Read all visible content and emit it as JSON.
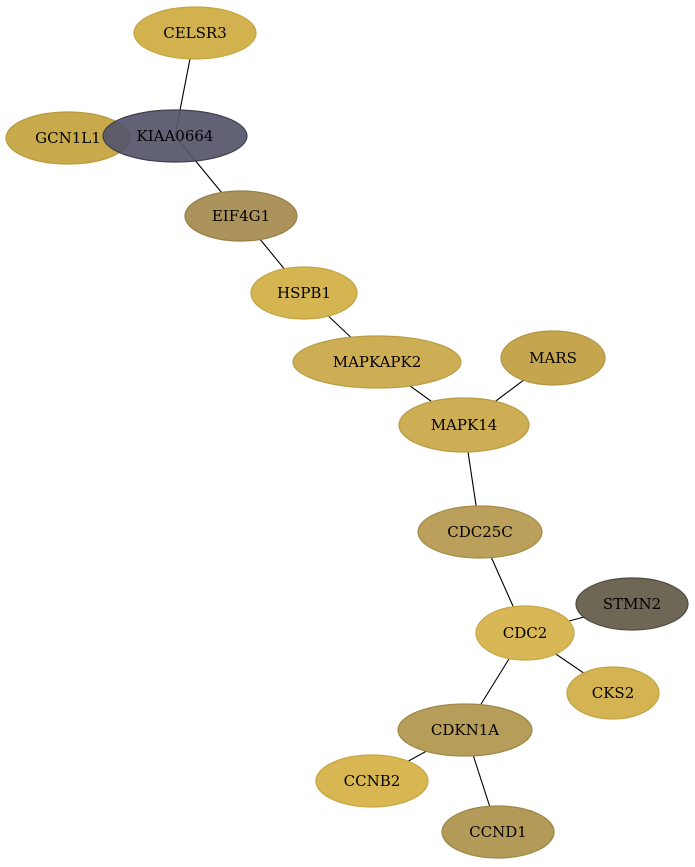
{
  "nodes": [
    {
      "id": "CELSR3",
      "label": "CELSR3",
      "color": "#d1b24f",
      "stroke": "#c7a43e"
    },
    {
      "id": "GCN1L1",
      "label": "GCN1L1",
      "color": "#c8aa4c",
      "stroke": "#b89a3e"
    },
    {
      "id": "KIAA0664",
      "label": "KIAA0664",
      "color": "#55556a",
      "stroke": "#3f3f4e",
      "opacity": 0.92
    },
    {
      "id": "EIF4G1",
      "label": "EIF4G1",
      "color": "#ab935b",
      "stroke": "#977e45"
    },
    {
      "id": "HSPB1",
      "label": "HSPB1",
      "color": "#d4b552",
      "stroke": "#c2a340"
    },
    {
      "id": "MAPKAPK2",
      "label": "MAPKAPK2",
      "color": "#cdae55",
      "stroke": "#b99c43"
    },
    {
      "id": "MARS",
      "label": "MARS",
      "color": "#c5a64f",
      "stroke": "#b2933f"
    },
    {
      "id": "MAPK14",
      "label": "MAPK14",
      "color": "#cdae54",
      "stroke": "#b99b42"
    },
    {
      "id": "CDC25C",
      "label": "CDC25C",
      "color": "#bba05c",
      "stroke": "#a58a47"
    },
    {
      "id": "STMN2",
      "label": "STMN2",
      "color": "#6e6755",
      "stroke": "#514b3d"
    },
    {
      "id": "CDC2",
      "label": "CDC2",
      "color": "#d8b856",
      "stroke": "#c6a544"
    },
    {
      "id": "CKS2",
      "label": "CKS2",
      "color": "#d4b452",
      "stroke": "#c1a141"
    },
    {
      "id": "CDKN1A",
      "label": "CDKN1A",
      "color": "#b69d5a",
      "stroke": "#9f8645"
    },
    {
      "id": "CCNB2",
      "label": "CCNB2",
      "color": "#d8b752",
      "stroke": "#c6a442"
    },
    {
      "id": "CCND1",
      "label": "CCND1",
      "color": "#b39a59",
      "stroke": "#9c8444"
    }
  ],
  "edges": [
    [
      "CELSR3",
      "KIAA0664"
    ],
    [
      "KIAA0664",
      "EIF4G1"
    ],
    [
      "EIF4G1",
      "HSPB1"
    ],
    [
      "HSPB1",
      "MAPKAPK2"
    ],
    [
      "MAPKAPK2",
      "MAPK14"
    ],
    [
      "MARS",
      "MAPK14"
    ],
    [
      "MAPK14",
      "CDC25C"
    ],
    [
      "CDC25C",
      "CDC2"
    ],
    [
      "CDC2",
      "STMN2"
    ],
    [
      "CDC2",
      "CKS2"
    ],
    [
      "CDC2",
      "CDKN1A"
    ],
    [
      "CDKN1A",
      "CCNB2"
    ],
    [
      "CDKN1A",
      "CCND1"
    ]
  ]
}
